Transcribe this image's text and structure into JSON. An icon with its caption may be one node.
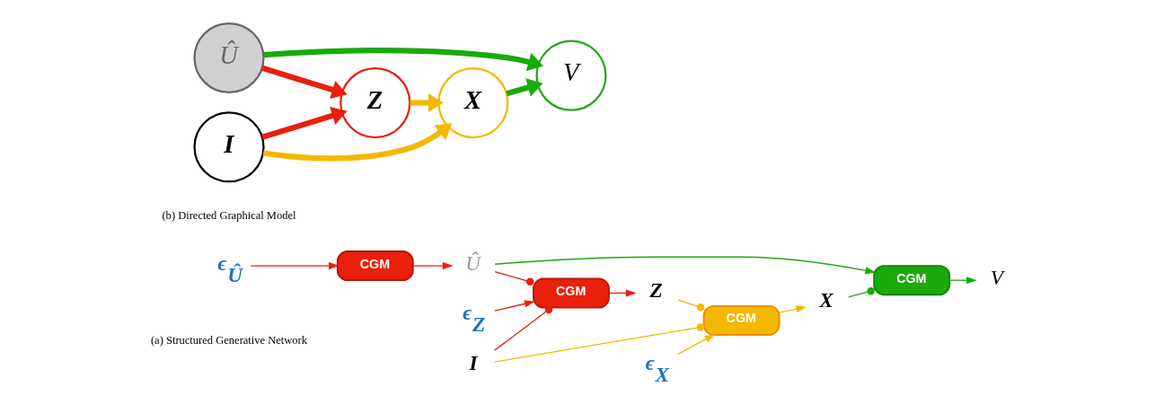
{
  "diagram": {
    "nodes": [
      {
        "text": [
          "ϵ$_{Û}$"
        ]
      },
      {
        "text": [
          "CGM"
        ]
      },
      {
        "text": [
          "Û"
        ]
      },
      {
        "text": [
          "CGM"
        ]
      },
      {
        "text": [
          "V"
        ]
      },
      {
        "text": [
          "ϵ$_{Z}$"
        ]
      },
      {
        "text": [
          "CGM"
        ]
      },
      {
        "text": [
          "Z"
        ]
      },
      {
        "text": [
          "I"
        ]
      },
      {
        "text": [
          "ϵ$_{X}$"
        ]
      },
      {
        "text": [
          "CGM"
        ]
      },
      {
        "text": [
          "X"
        ]
      },
      {
        "text": [
          "Z"
        ]
      },
      {
        "text": [
          "Û"
        ]
      },
      {
        "text": [
          "I"
        ]
      },
      {
        "text": [
          "X"
        ]
      },
      {
        "text": [
          "V"
        ]
      }
    ],
    "edges": [
      {
        "from": 0,
        "to": 1,
        "arrow": "to",
        "color": "#e8200c"
      },
      {
        "from": 1,
        "to": 2,
        "arrow": "to",
        "color": "#e8200c"
      },
      {
        "from": 2,
        "to": 3,
        "arrow": "to",
        "color": "#1aaa0a"
      },
      {
        "from": 3,
        "to": 4,
        "arrow": "to",
        "color": "#1aaa0a"
      },
      {
        "from": 2,
        "to": 6,
        "arrow": "other",
        "color": "#e8200c"
      },
      {
        "from": 5,
        "to": 6,
        "arrow": "to",
        "color": "#e8200c"
      },
      {
        "from": 6,
        "to": 7,
        "arrow": "to",
        "color": "#e8200c"
      },
      {
        "from": 8,
        "to": 6,
        "arrow": "other",
        "color": "#e8200c"
      },
      {
        "from": 8,
        "to": 10,
        "arrow": "other",
        "color": "#f5b800"
      },
      {
        "from": 7,
        "to": 10,
        "arrow": "other",
        "color": "#f5b800"
      },
      {
        "from": 9,
        "to": 10,
        "arrow": "to",
        "color": "#f5b800"
      },
      {
        "from": 10,
        "to": 11,
        "arrow": "to",
        "color": "#f5b800"
      },
      {
        "from": 11,
        "to": 3,
        "arrow": "other",
        "color": "#1aaa0a"
      },
      {
        "from": 13,
        "to": 12,
        "arrow": "to",
        "color": "#e8200c",
        "style": "thick"
      },
      {
        "from": 14,
        "to": 12,
        "arrow": "to",
        "color": "#e8200c",
        "style": "thick"
      },
      {
        "from": 12,
        "to": 15,
        "arrow": "to",
        "color": "#f5b800",
        "style": "thick"
      },
      {
        "from": 13,
        "to": 16,
        "arrow": "to",
        "color": "#1aaa0a",
        "style": "thick"
      },
      {
        "from": 14,
        "to": 15,
        "arrow": "to",
        "color": "#f5b800",
        "style": "thick"
      },
      {
        "from": 15,
        "to": 16,
        "arrow": "to",
        "color": "#1aaa0a",
        "style": "thick"
      }
    ],
    "labels": [
      "(a) Structured Generative Network",
      "(b) Directed Graphical Model"
    ]
  }
}
